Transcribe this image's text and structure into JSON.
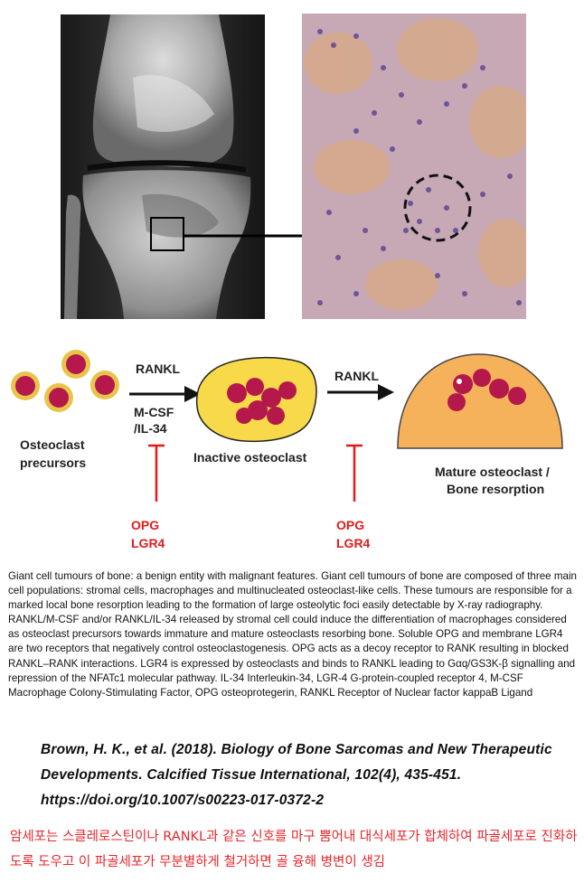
{
  "diagram": {
    "arrow1_top_label": "RANKL",
    "arrow1_bottom_label_line1": "M-CSF",
    "arrow1_bottom_label_line2": "/IL-34",
    "arrow2_label": "RANKL",
    "precursors_label_line1": "Osteoclast",
    "precursors_label_line2": "precursors",
    "inactive_label": "Inactive osteoclast",
    "mature_label_line1": "Mature osteoclast /",
    "mature_label_line2": "Bone resorption",
    "inhibitor1_line1": "OPG",
    "inhibitor1_line2": "LGR4",
    "inhibitor2_line1": "OPG",
    "inhibitor2_line2": "LGR4",
    "colors": {
      "nucleus": "#b5184a",
      "precursor_ring": "#e9c44a",
      "inactive_cell": "#f7d94a",
      "mature_cell": "#f6b25a",
      "inhibitor": "#e01b1b"
    }
  },
  "caption": "Giant cell tumours of bone: a benign entity with malignant features. Giant cell tumours of bone are composed of three main cell populations: stromal cells, macrophages and multinucleated osteoclast-like cells. These tumours are responsible for a marked local bone resorption leading to the formation of large osteolytic foci easily detectable by X-ray radiography. RANKL/M-CSF and/or RANKL/IL-34 released by stromal cell could induce the differentiation of macrophages considered as osteoclast precursors towards immature and mature osteoclasts resorbing bone. Soluble OPG and membrane LGR4 are two receptors that negatively control osteoclastogenesis. OPG acts as a decoy receptor to RANK resulting in blocked RANKL–RANK interactions. LGR4 is expressed by osteoclasts and binds to RANKL leading to Gαq/GS3K-β signalling and repression of the NFATc1 molecular pathway. IL-34 Interleukin-34, LGR-4 G-protein-coupled receptor 4, M-CSF Macrophage Colony-Stimulating Factor, OPG osteoprotegerin, RANKL Receptor of Nuclear factor kappaB Ligand",
  "reference": "Brown, H. K., et al. (2018). Biology of Bone Sarcomas and New Therapeutic Developments. Calcified Tissue International, 102(4), 435-451. https://doi.org/10.1007/s00223-017-0372-2",
  "korean_note": "암세포는 스클레로스틴이나 RANKL과 같은 신호를 마구 뿜어내 대식세포가 합체하여 파골세포로 진화하도록 도우고 이 파골세포가 무분별하게 철거하면 골 융해 병변이 생김"
}
